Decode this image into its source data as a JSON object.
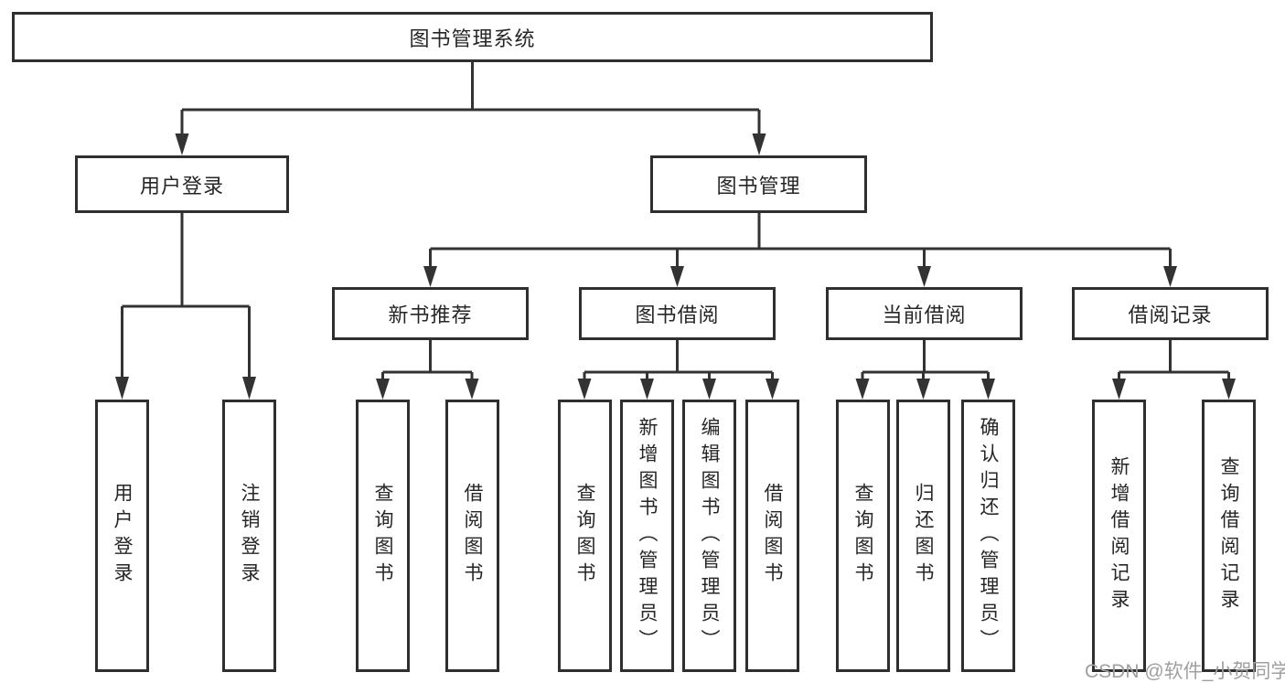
{
  "diagram": {
    "root": {
      "label": "图书管理系统"
    },
    "branches": [
      {
        "label": "用户登录",
        "children": [
          {
            "label": "用户登录"
          },
          {
            "label": "注销登录"
          }
        ]
      },
      {
        "label": "图书管理",
        "children": [
          {
            "label": "新书推荐",
            "children": [
              {
                "label": "查询图书"
              },
              {
                "label": "借阅图书"
              }
            ]
          },
          {
            "label": "图书借阅",
            "children": [
              {
                "label": "查询图书"
              },
              {
                "label": "新增图书（管理员）"
              },
              {
                "label": "编辑图书（管理员）"
              },
              {
                "label": "借阅图书"
              }
            ]
          },
          {
            "label": "当前借阅",
            "children": [
              {
                "label": "查询图书"
              },
              {
                "label": "归还图书"
              },
              {
                "label": "确认归还（管理员）"
              }
            ]
          },
          {
            "label": "借阅记录",
            "children": [
              {
                "label": "新增借阅记录"
              },
              {
                "label": "查询借阅记录"
              }
            ]
          }
        ]
      }
    ]
  },
  "watermark": {
    "text": "CSDN @软件_小贺同学"
  },
  "colors": {
    "line": "#333333",
    "border": "#2f2f2f",
    "text": "#262626",
    "watermark": "#9f9f9f",
    "background": "#ffffff"
  }
}
